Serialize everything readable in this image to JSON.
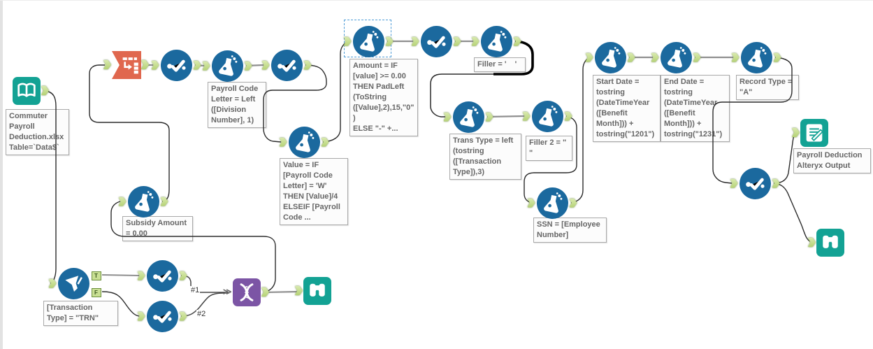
{
  "canvas": {
    "type": "alteryx-workflow-canvas",
    "background": "#ffffff"
  },
  "colors": {
    "tool_blue": "#1B699E",
    "tool_teal": "#13A294",
    "tool_orange": "#E0674E",
    "tool_purple": "#7C55A5",
    "anchor_green": "#C9DF94",
    "wire_gray": "#8F8F8F",
    "wire_dark": "#2B2B2B",
    "selection_blue": "#4D9BD6"
  },
  "connection_labels": {
    "union_input_1": "#1",
    "union_input_2": "#2"
  },
  "anchor_letters": {
    "true_output": "T",
    "false_output": "F"
  },
  "annotations": {
    "input_data": "Commuter\nPayroll\nDeduction.xlsx\nTable=`Data$`",
    "payroll_code": "Payroll Code\nLetter = Left\n([Division\nNumber], 1)",
    "value": "Value = IF\n[Payroll Code\nLetter] = 'W'\nTHEN [Value]/4\nELSEIF [Payroll\nCode ...",
    "amount": "Amount = IF\n[value] >= 0.00\nTHEN PadLeft\n(ToString\n([Value],2),15,\"0\"\n)\nELSE \"-\" +...",
    "filler": "Filler = '    '",
    "trans_type": "Trans Type = left\n(tostring\n([Transaction\nType]),3)",
    "filler2": "Filler 2 = \"\n\"",
    "ssn": "SSN = [Employee\nNumber]",
    "start_date": "Start Date =\ntostring\n(DateTimeYear\n([Benefit\nMonth])) +\ntostring(\"1201\")",
    "end_date": "End Date =\ntostring\n(DateTimeYear\n([Benefit\nMonth])) +\ntostring(\"1231\")",
    "record_type": "Record Type =\n\"A\"",
    "subsidy": "Subsidy Amount\n= 0.00",
    "filter": "[Transaction\nType] = \"TRN\"",
    "output_data": "Payroll Deduction\nAlteryx Output"
  },
  "tools": [
    {
      "id": "input-data",
      "icon": "book-icon"
    },
    {
      "id": "transpose",
      "icon": "transpose-icon"
    },
    {
      "id": "select-1",
      "icon": "select-check-icon"
    },
    {
      "id": "formula-payroll-code",
      "icon": "formula-flask-icon"
    },
    {
      "id": "select-2",
      "icon": "select-check-icon"
    },
    {
      "id": "formula-value",
      "icon": "formula-flask-icon"
    },
    {
      "id": "formula-amount-selected",
      "icon": "formula-flask-icon"
    },
    {
      "id": "select-3",
      "icon": "select-check-icon"
    },
    {
      "id": "formula-filler",
      "icon": "formula-flask-icon"
    },
    {
      "id": "formula-trans-type",
      "icon": "formula-flask-icon"
    },
    {
      "id": "formula-filler2",
      "icon": "formula-flask-icon"
    },
    {
      "id": "formula-ssn",
      "icon": "formula-flask-icon"
    },
    {
      "id": "formula-start-date",
      "icon": "formula-flask-icon"
    },
    {
      "id": "formula-end-date",
      "icon": "formula-flask-icon"
    },
    {
      "id": "formula-record-type",
      "icon": "formula-flask-icon"
    },
    {
      "id": "select-4",
      "icon": "select-check-icon"
    },
    {
      "id": "output-data",
      "icon": "notepad-pencil-icon"
    },
    {
      "id": "browse-right",
      "icon": "binoculars-icon"
    },
    {
      "id": "filter",
      "icon": "funnel-icon"
    },
    {
      "id": "select-true",
      "icon": "select-check-icon"
    },
    {
      "id": "select-false",
      "icon": "select-check-icon"
    },
    {
      "id": "union",
      "icon": "dna-union-icon"
    },
    {
      "id": "browse-bottom",
      "icon": "binoculars-icon"
    },
    {
      "id": "formula-subsidy",
      "icon": "formula-flask-icon"
    }
  ]
}
